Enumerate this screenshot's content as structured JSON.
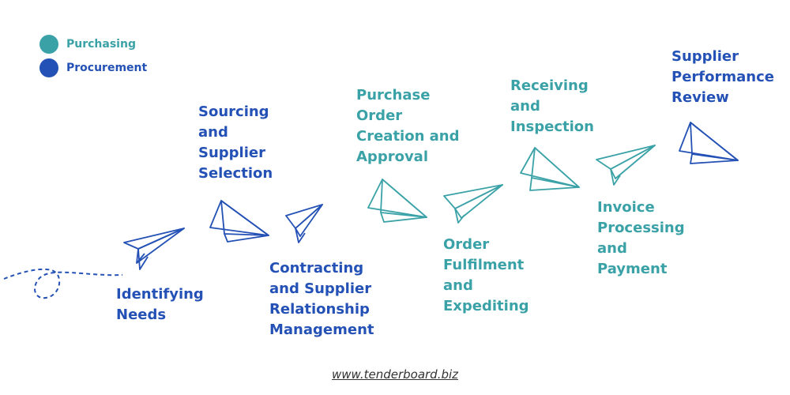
{
  "colors": {
    "purchasing": "#3AA2A7",
    "procurement": "#2451B5"
  },
  "legend": {
    "purchasing": "Purchasing",
    "procurement": "Procurement"
  },
  "steps": [
    {
      "label": "Identifying\nNeeds",
      "category": "procurement"
    },
    {
      "label": "Sourcing\nand\nSupplier\nSelection",
      "category": "procurement"
    },
    {
      "label": "Contracting\nand Supplier\nRelationship\nManagement",
      "category": "procurement"
    },
    {
      "label": "Purchase\nOrder\nCreation and\nApproval",
      "category": "purchasing"
    },
    {
      "label": "Order\nFulfilment\nand\nExpediting",
      "category": "purchasing"
    },
    {
      "label": "Receiving\nand\nInspection",
      "category": "purchasing"
    },
    {
      "label": "Invoice\nProcessing\nand\nPayment",
      "category": "purchasing"
    },
    {
      "label": "Supplier\nPerformance\nReview",
      "category": "procurement"
    }
  ],
  "icons": {
    "plane": "paper-plane-icon",
    "trail": "dashed-loop-trail"
  },
  "footer": {
    "url": "www.tenderboard.biz"
  }
}
